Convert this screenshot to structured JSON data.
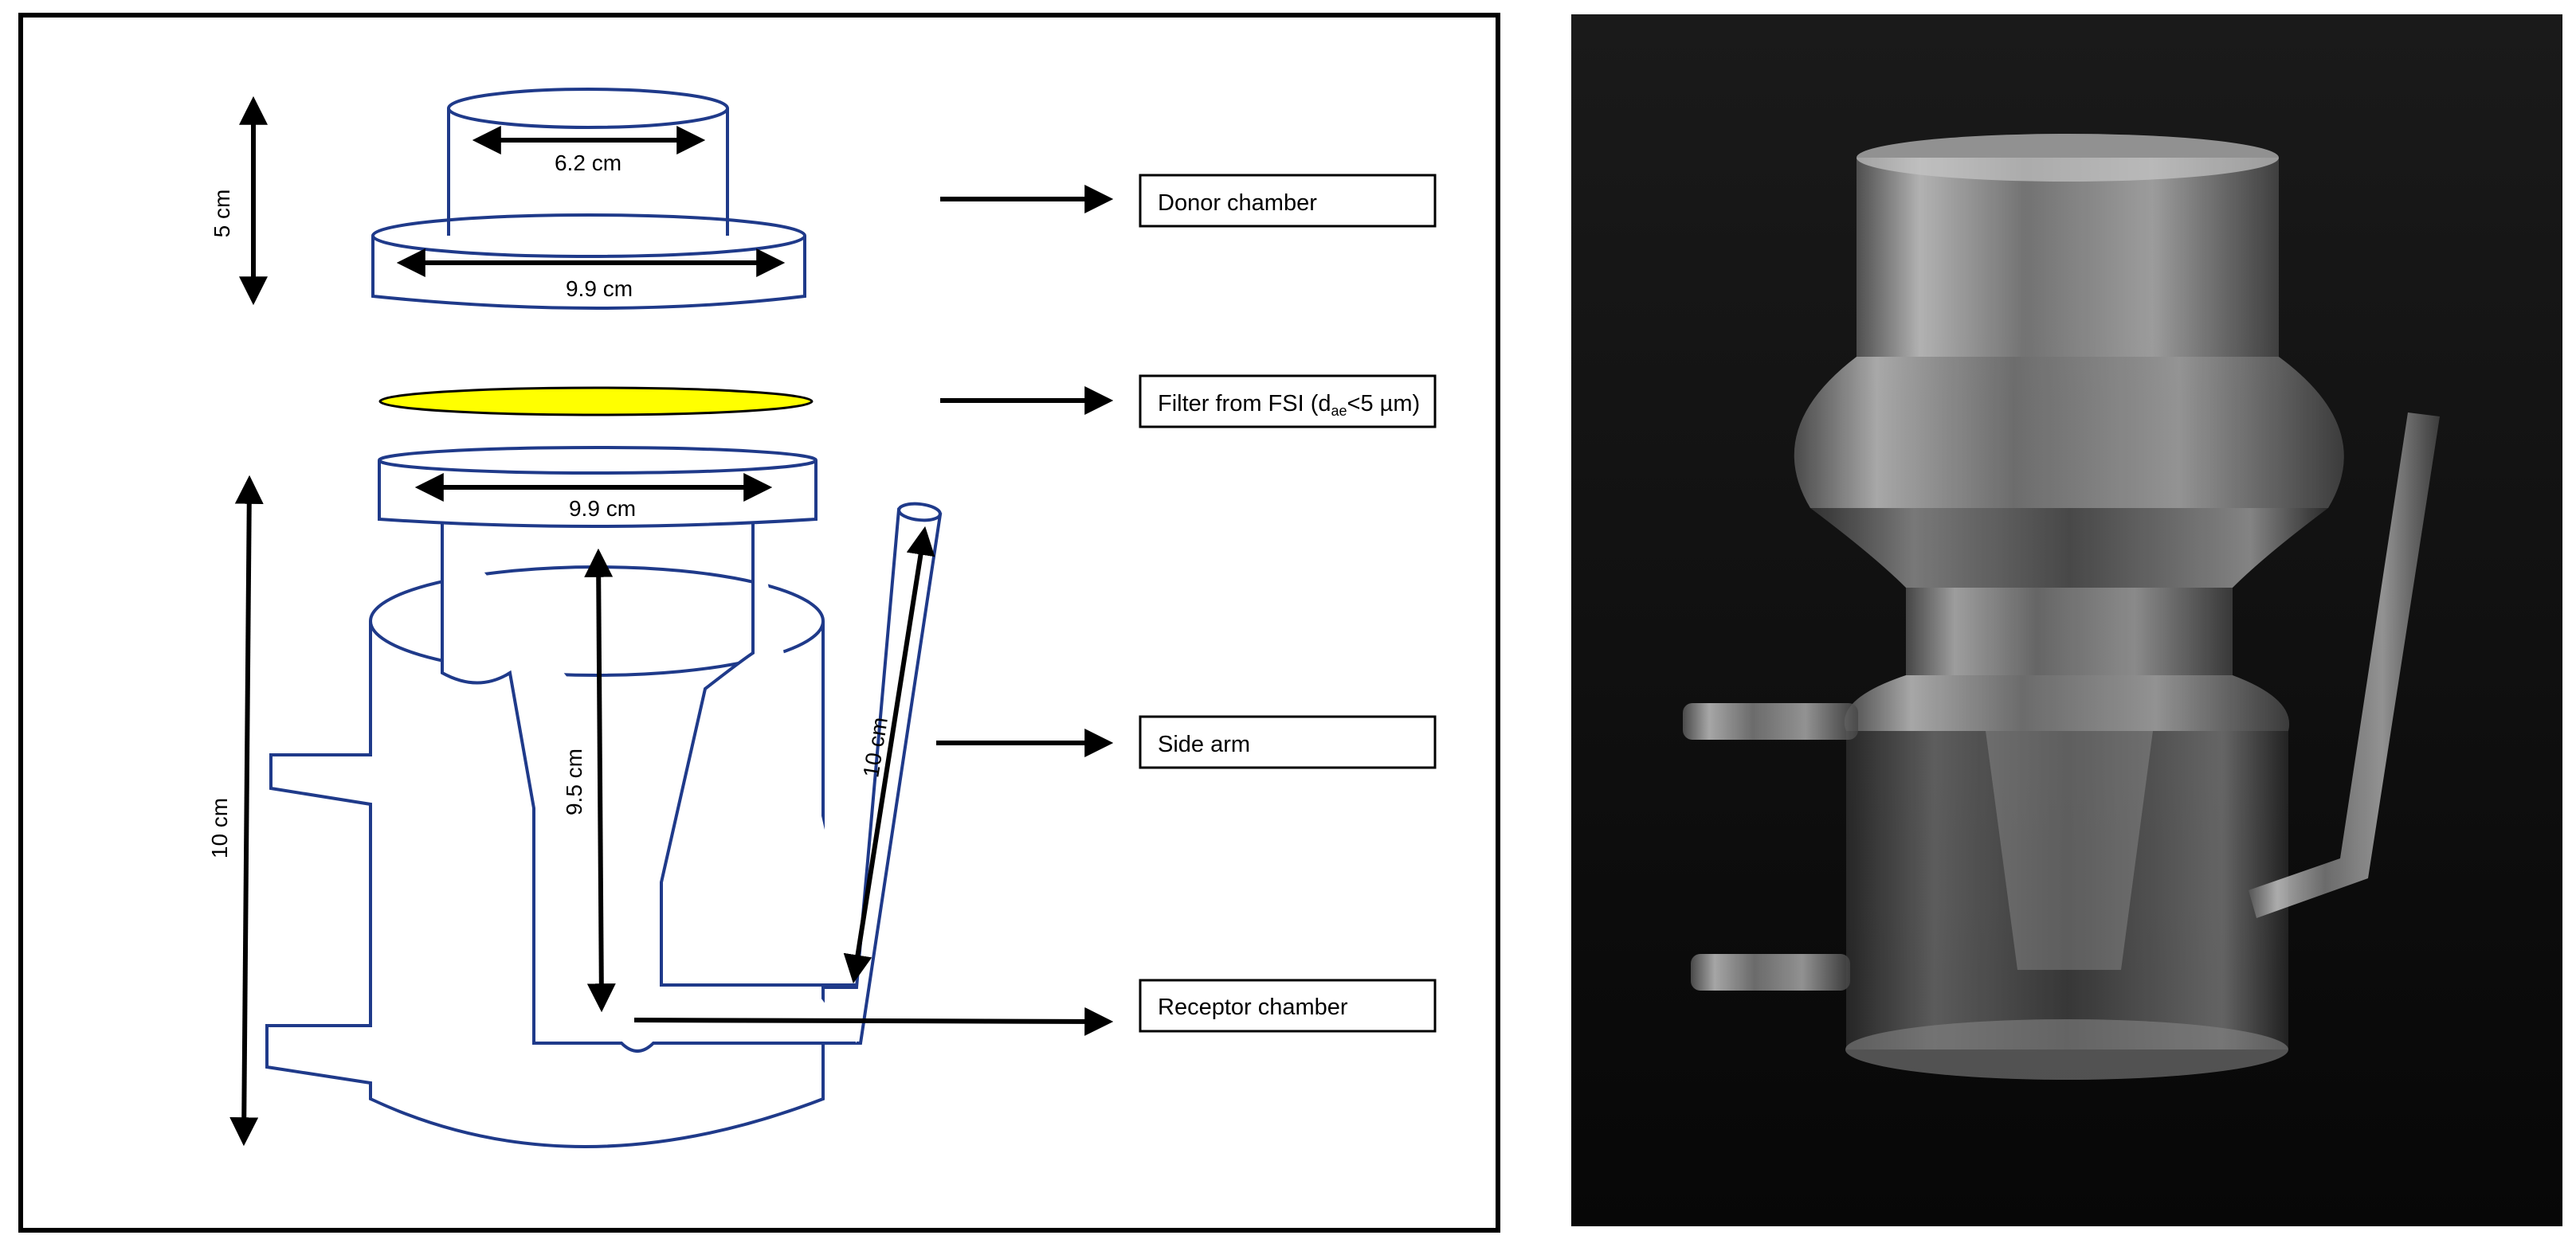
{
  "diagram": {
    "dimensions": {
      "donor_height": "5 cm",
      "donor_top_width": "6.2 cm",
      "donor_base_width": "9.9 cm",
      "receptor_flange_width": "9.9 cm",
      "receptor_height": "10 cm",
      "inner_tube_height": "9.5 cm",
      "side_arm_length": "10 cm"
    },
    "labels": {
      "donor": "Donor chamber",
      "filter_prefix": "Filter from FSI (d",
      "filter_sub": "ae",
      "filter_suffix": "<5 µm)",
      "side_arm": "Side arm",
      "receptor": "Receptor chamber"
    },
    "colors": {
      "outline": "#1f3a8a",
      "filter_fill": "#ffff00",
      "frame": "#000000"
    }
  },
  "photo": {
    "description_icon": "glass-franz-cell-photo",
    "background": "#141414"
  }
}
